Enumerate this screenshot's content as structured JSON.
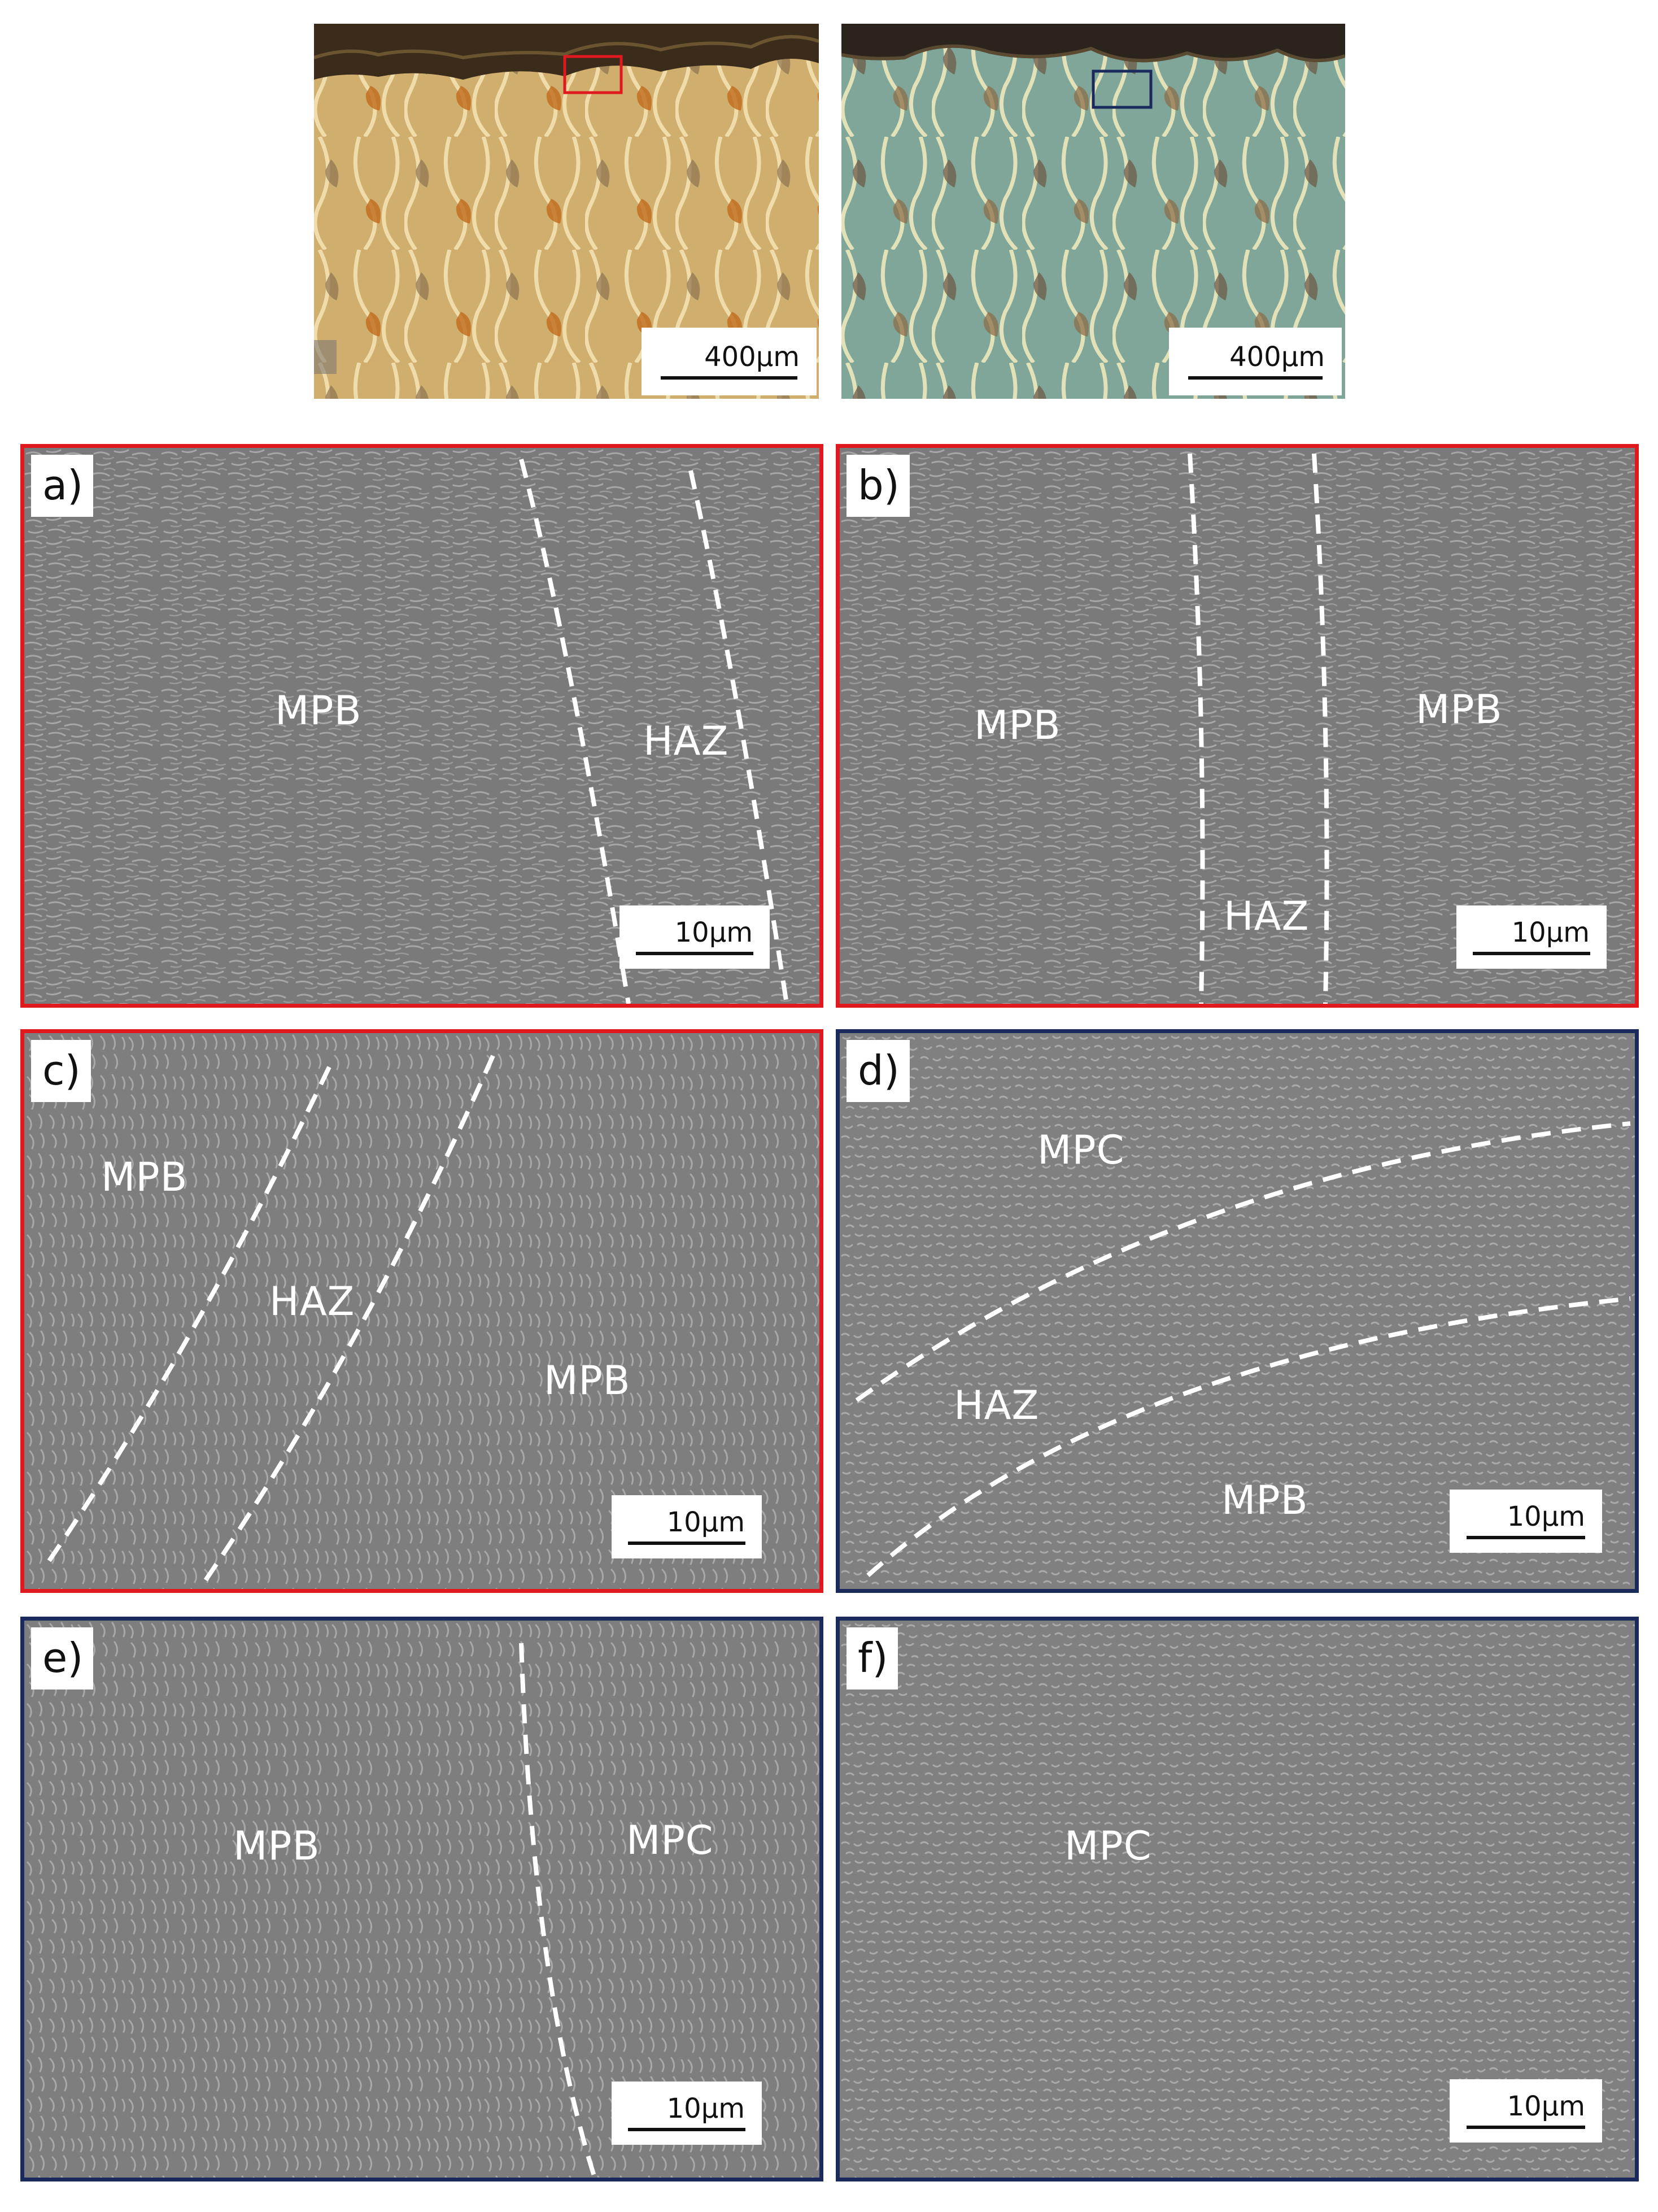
{
  "figure": {
    "optical_micrographs": [
      {
        "scale_bar": "400µm",
        "marker_color": "#e0191f",
        "tone": "#d9b777"
      },
      {
        "scale_bar": "400µm",
        "marker_color": "#1a2a5c",
        "tone": "#8fb3a4"
      }
    ],
    "panels": [
      {
        "letter": "a)",
        "frame_color": "#e0191f",
        "scale_bar": "10µm",
        "labels": [
          "MPB",
          "HAZ"
        ]
      },
      {
        "letter": "b)",
        "frame_color": "#e0191f",
        "scale_bar": "10µm",
        "labels": [
          "MPB",
          "MPB",
          "HAZ"
        ]
      },
      {
        "letter": "c)",
        "frame_color": "#e0191f",
        "scale_bar": "10µm",
        "labels": [
          "MPB",
          "HAZ",
          "MPB"
        ]
      },
      {
        "letter": "d)",
        "frame_color": "#1a2a5c",
        "scale_bar": "10µm",
        "labels": [
          "MPC",
          "HAZ",
          "MPB"
        ]
      },
      {
        "letter": "e)",
        "frame_color": "#1a2a5c",
        "scale_bar": "10µm",
        "labels": [
          "MPB",
          "MPC"
        ]
      },
      {
        "letter": "f)",
        "frame_color": "#1a2a5c",
        "scale_bar": "10µm",
        "labels": [
          "MPC"
        ]
      }
    ]
  }
}
